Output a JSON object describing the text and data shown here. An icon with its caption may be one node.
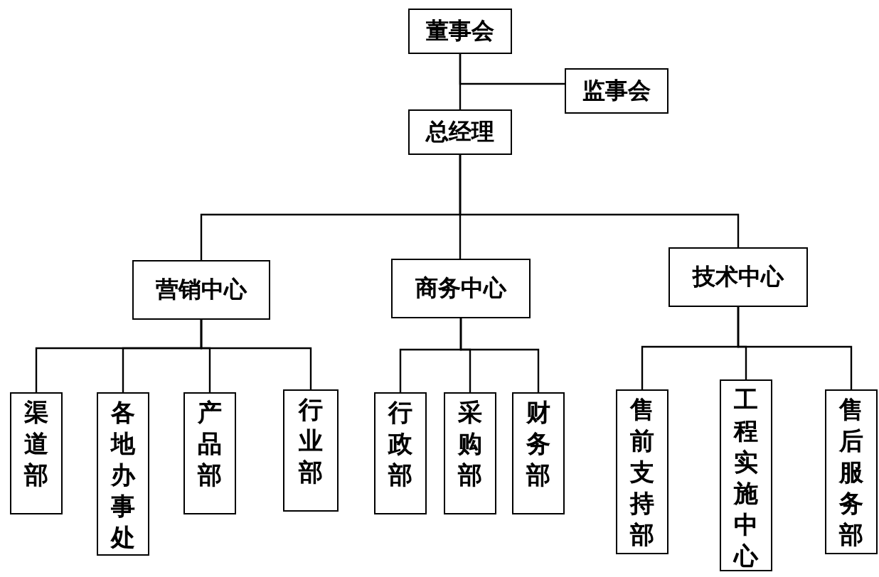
{
  "diagram": {
    "nodes": [
      {
        "text": [
          "董事会"
        ]
      },
      {
        "text": [
          "监事会"
        ]
      },
      {
        "text": [
          "总经理"
        ]
      },
      {
        "text": [
          "营销中心"
        ]
      },
      {
        "text": [
          "商务中心"
        ]
      },
      {
        "text": [
          "技术中心"
        ]
      },
      {
        "text": [
          "渠道部"
        ]
      },
      {
        "text": [
          "各地办事处"
        ]
      },
      {
        "text": [
          "产品部"
        ]
      },
      {
        "text": [
          "行业部"
        ]
      },
      {
        "text": [
          "行政部"
        ]
      },
      {
        "text": [
          "采购部"
        ]
      },
      {
        "text": [
          "财务部"
        ]
      },
      {
        "text": [
          "售前支持部"
        ]
      },
      {
        "text": [
          "工程实施中心"
        ]
      },
      {
        "text": [
          "售后服务部"
        ]
      }
    ],
    "edges": [
      {
        "from": 0,
        "to": 2,
        "arrow": "none"
      },
      {
        "from": 0,
        "to": 1,
        "arrow": "none"
      },
      {
        "from": 2,
        "to": 3,
        "arrow": "none"
      },
      {
        "from": 2,
        "to": 4,
        "arrow": "none"
      },
      {
        "from": 2,
        "to": 5,
        "arrow": "none"
      },
      {
        "from": 3,
        "to": 6,
        "arrow": "none"
      },
      {
        "from": 3,
        "to": 7,
        "arrow": "none"
      },
      {
        "from": 3,
        "to": 8,
        "arrow": "none"
      },
      {
        "from": 3,
        "to": 9,
        "arrow": "none"
      },
      {
        "from": 4,
        "to": 10,
        "arrow": "none"
      },
      {
        "from": 4,
        "to": 11,
        "arrow": "none"
      },
      {
        "from": 4,
        "to": 12,
        "arrow": "none"
      },
      {
        "from": 5,
        "to": 13,
        "arrow": "none"
      },
      {
        "from": 5,
        "to": 14,
        "arrow": "none"
      },
      {
        "from": 5,
        "to": 15,
        "arrow": "none"
      }
    ]
  }
}
